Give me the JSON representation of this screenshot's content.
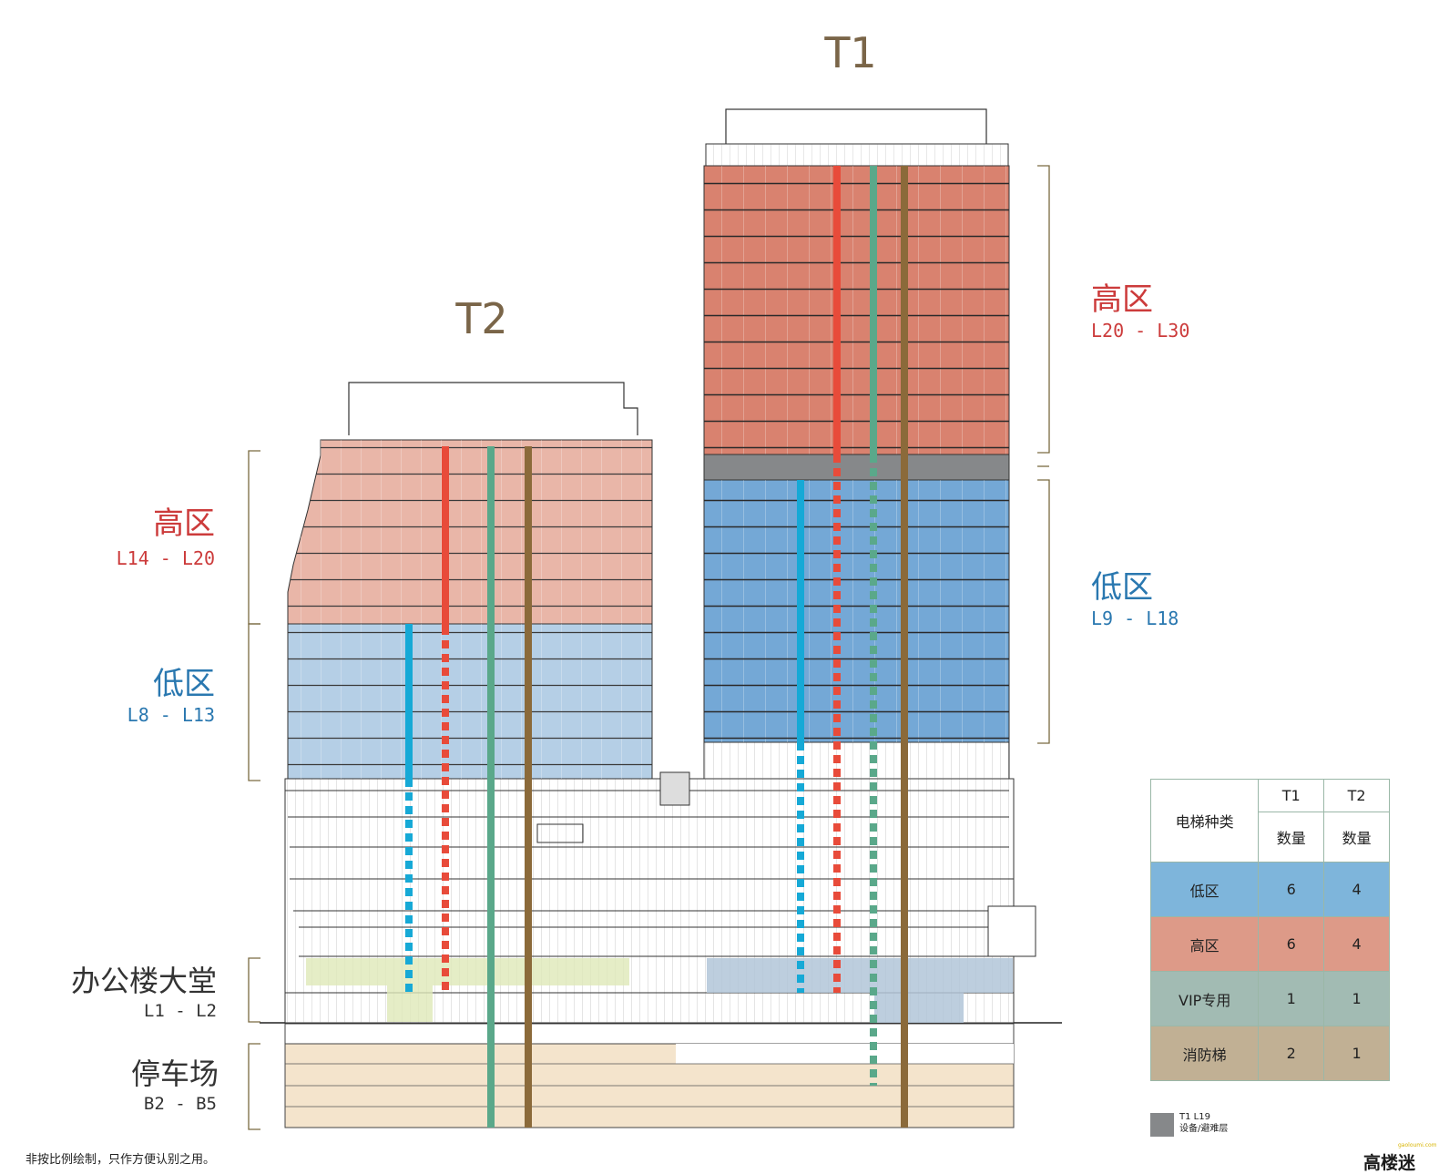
{
  "towers": {
    "t1": {
      "name": "T1"
    },
    "t2": {
      "name": "T2"
    }
  },
  "zones": {
    "t1_high": {
      "name": "高区",
      "range": "L20 - L30"
    },
    "t1_low": {
      "name": "低区",
      "range": "L9 - L18"
    },
    "t2_high": {
      "name": "高区",
      "range": "L14 - L20"
    },
    "t2_low": {
      "name": "低区",
      "range": "L8 - L13"
    },
    "lobby": {
      "name": "办公楼大堂",
      "range": "L1 - L2"
    },
    "parking": {
      "name": "停车场",
      "range": "B2 - B5"
    }
  },
  "table": {
    "header_label": "电梯种类",
    "col_t1": "T1",
    "col_t2": "T2",
    "col_sub": "数量",
    "rows": [
      {
        "label": "低区",
        "t1": "6",
        "t2": "4",
        "color": "#7eb5db"
      },
      {
        "label": "高区",
        "t1": "6",
        "t2": "4",
        "color": "#dd9a88"
      },
      {
        "label": "VIP专用",
        "t1": "1",
        "t2": "1",
        "color": "#a2bbb3"
      },
      {
        "label": "消防梯",
        "t1": "2",
        "t2": "1",
        "color": "#c1b094"
      }
    ]
  },
  "legend": {
    "line1": "T1 L19",
    "line2": "设备/避难层"
  },
  "footnote": "非按比例绘制，只作方便认别之用。",
  "logo": {
    "text": "高楼迷",
    "small": "gaoloumi.com"
  },
  "colors": {
    "high_zone": "#d9826f",
    "low_zone": "#74a8d6",
    "high_label": "#cc3b3b",
    "low_label": "#2a78b0",
    "elevator_low": "#16a9d6",
    "elevator_high": "#e84b3a",
    "elevator_vip": "#5aa88a",
    "elevator_fire": "#8b6a3a",
    "refuge_floor": "#86888a",
    "tower_label": "#7a6548"
  }
}
